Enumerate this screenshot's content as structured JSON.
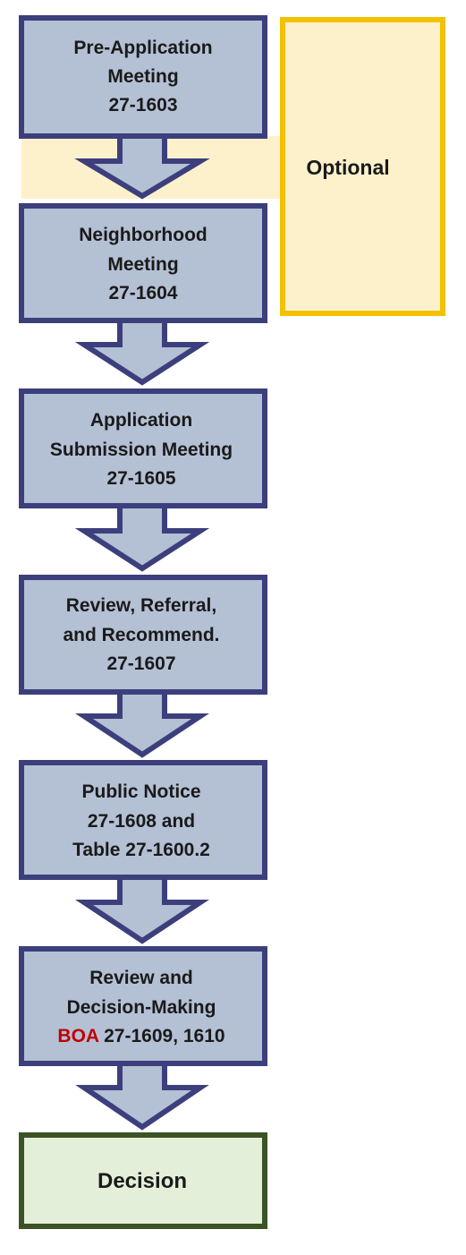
{
  "colors": {
    "step_fill": "#b4c0d4",
    "step_border": "#3c3f7c",
    "optional_fill": "#fdf1cc",
    "optional_border": "#f2c100",
    "decision_fill": "#e4efd9",
    "decision_border": "#3b5326",
    "highlight": "#c00000",
    "text": "#1a1a1a"
  },
  "optional": {
    "label": "Optional"
  },
  "steps": [
    {
      "line1": "Pre-Application",
      "line2": "Meeting",
      "line3": "27-1603"
    },
    {
      "line1": "Neighborhood",
      "line2": "Meeting",
      "line3": "27-1604"
    },
    {
      "line1": "Application",
      "line2": "Submission Meeting",
      "line3": "27-1605"
    },
    {
      "line1": "Review, Referral,",
      "line2": "and Recommend.",
      "line3": "27-1607"
    },
    {
      "line1": "Public Notice",
      "line2": "27-1608 and",
      "line3": "Table 27-1600.2"
    },
    {
      "line1": "Review and",
      "line2": "Decision-Making",
      "line3_highlight": "BOA",
      "line3_rest": " 27-1609, 1610"
    }
  ],
  "decision": {
    "label": "Decision"
  }
}
